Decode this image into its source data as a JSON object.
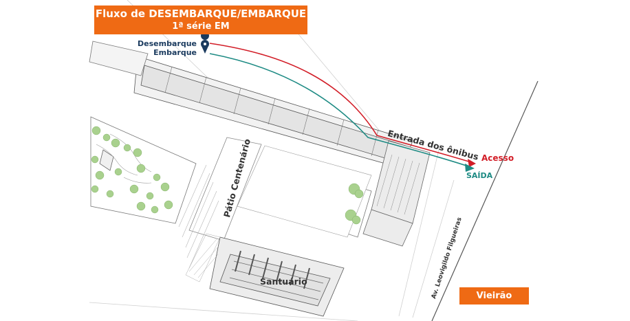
{
  "header": {
    "title": "Fluxo de DESEMBARQUE/EMBARQUE",
    "subtitle": "1ª série EM"
  },
  "legend": {
    "desembarque": "Desembarque",
    "embarque": "Embarque",
    "marker_icon": "map-pin-icon"
  },
  "labels": {
    "road": "Entrada dos ônibus",
    "acesso": "Acesso",
    "saida": "SAÍDA",
    "patio": "Pátio Centenário",
    "santuario": "Santuário",
    "avenida": "Av. Leovigildo Filgueiras",
    "vierao": "Vieirão"
  },
  "colors": {
    "accent_orange": "#ef6a14",
    "acesso_red": "#d21d27",
    "saida_teal": "#1e8b84",
    "marker_navy": "#1a3a5e",
    "tree_green": "#a9d18e"
  }
}
